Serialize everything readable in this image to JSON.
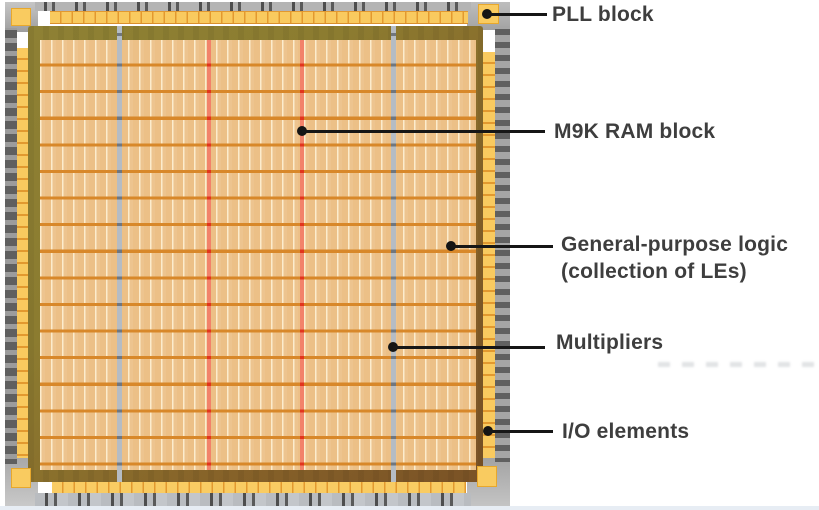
{
  "diagram": {
    "subject": "FPGA die floorplan with labeled blocks",
    "callouts": [
      {
        "id": "pll-block",
        "label": "PLL block"
      },
      {
        "id": "m9k-ram-block",
        "label": "M9K RAM block"
      },
      {
        "id": "general-purpose-logic",
        "label": "General-purpose logic",
        "label2": "(collection of LEs)"
      },
      {
        "id": "multipliers",
        "label": "Multipliers"
      },
      {
        "id": "io-elements",
        "label": "I/O elements"
      }
    ],
    "die": {
      "regions": [
        "corner PLL blocks (yellow squares, all four corners)",
        "I/O element rings (rows/columns of small yellow cells on all four edges)",
        "bond-pad frame (gray strips with dark pin ticks)",
        "logic core (orange LAB array, 16 rows)",
        "two M9K RAM column stripes (red)",
        "two multiplier column stripes (gray)"
      ],
      "colors": {
        "core_background": "#ecc087",
        "row_line": "#d8882a",
        "lab_separator": "#fff3d8",
        "ram_stripe": "#f2826a",
        "ram_dot": "#e2341c",
        "multiplier_stripe": "#b5bcc4",
        "io_cell_yellow": "#f9ca5f",
        "io_cell_border": "#e2992f",
        "ring_olive": "#8e8134",
        "ring_brown": "#7a5226",
        "pad_gray": "#9c9c9c",
        "callout_line": "#161616",
        "label_text": "#3e3e3e"
      }
    }
  }
}
